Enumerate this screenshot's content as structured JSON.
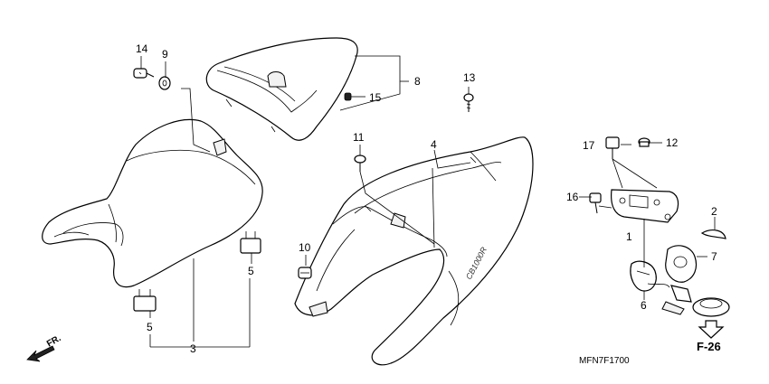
{
  "callouts": {
    "n1": "1",
    "n2": "2",
    "n3": "3",
    "n4": "4",
    "n5a": "5",
    "n5b": "5",
    "n6": "6",
    "n7": "7",
    "n8": "8",
    "n9": "9",
    "n10": "10",
    "n11": "11",
    "n12": "12",
    "n13": "13",
    "n14": "14",
    "n15": "15",
    "n16": "16",
    "n17": "17"
  },
  "reference": "F-26",
  "front_indicator": "FR.",
  "brand_mark": "CB1000R",
  "diagram_code": "MFN7F1700"
}
